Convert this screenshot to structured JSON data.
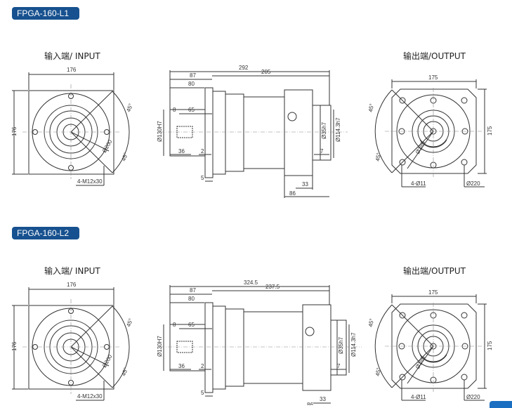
{
  "sections": [
    {
      "model": "FPGA-160-L1",
      "input_label": "输入端/ INPUT",
      "output_label": "输出端/OUTPUT",
      "input": {
        "width": "176",
        "height": "176",
        "bolt_circle": "Ø200",
        "angle": "45°",
        "thread": "4-M12x30"
      },
      "side": {
        "total": "292",
        "body": "205",
        "d87": "87",
        "d80": "80",
        "d65": "65",
        "d8": "8",
        "d36": "36",
        "d2": "2",
        "d5": "5",
        "bore": "Ø130H7",
        "shaft": "Ø35h7",
        "pilot": "Ø114.3h7",
        "d7": "7",
        "d33": "33",
        "d86": "86"
      },
      "output": {
        "width": "175",
        "height": "175",
        "angle": "45°",
        "pcd": "Ø185",
        "holes": "4-Ø11",
        "flange": "Ø220"
      }
    },
    {
      "model": "FPGA-160-L2",
      "input_label": "输入端/ INPUT",
      "output_label": "输出端/OUTPUT",
      "input": {
        "width": "176",
        "height": "176",
        "bolt_circle": "Ø200",
        "angle": "45°",
        "thread": "4-M12x30"
      },
      "side": {
        "total": "324.5",
        "body": "237.5",
        "d87": "87",
        "d80": "80",
        "d65": "65",
        "d8": "8",
        "d36": "36",
        "d2": "2",
        "d5": "5",
        "bore": "Ø130H7",
        "shaft": "Ø35h7",
        "pilot": "Ø114.3h7",
        "d7": "7",
        "d33": "33",
        "d86": "86"
      },
      "output": {
        "width": "175",
        "height": "175",
        "angle": "45°",
        "pcd": "Ø185",
        "holes": "4-Ø11",
        "flange": "Ø220"
      }
    }
  ],
  "colors": {
    "badge": "#17518f",
    "line": "#333333",
    "center_line": "#888888"
  }
}
